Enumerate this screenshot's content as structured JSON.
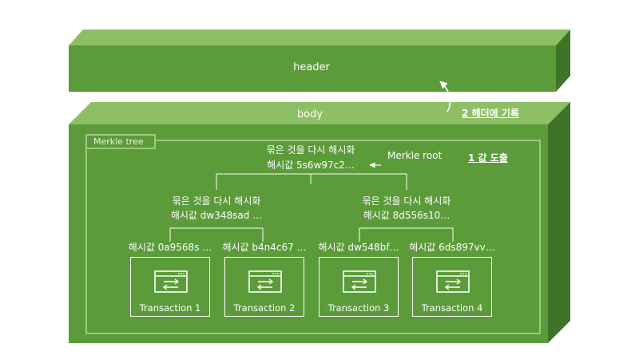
{
  "header": {
    "label": "header"
  },
  "body": {
    "label": "body"
  },
  "merkle_tree": {
    "title": "Merkle tree",
    "root": {
      "line1": "묶은 것을 다시 해시화",
      "line2": "해시값 5s6w97c2…",
      "pointer_label": "Merkle root"
    },
    "nodes": [
      {
        "line1": "묶은 것을 다시 해시화",
        "line2": "해시값 dw348sad …"
      },
      {
        "line1": "묶은 것을 다시 해시화",
        "line2": "해시값 8d556s10…"
      }
    ],
    "leaf_hashes": [
      "해시값 0a9568s …",
      "해시값 b4n4c67 …",
      "해시값 dw548bf…",
      "해시값 6ds897vv…"
    ],
    "transactions": [
      "Transaction 1",
      "Transaction 2",
      "Transaction 3",
      "Transaction 4"
    ]
  },
  "steps": {
    "step1": "1 값 도출",
    "step2": "2 헤더에 기록"
  },
  "icons": {
    "transaction": "transfer-window-icon",
    "arrow": "arrow-left-icon",
    "curved_arrow": "curved-arrow-up-icon"
  },
  "colors": {
    "face": "#5c9b3a",
    "top": "#8dbf66",
    "side": "#3f7328",
    "line": "#ffffff"
  }
}
